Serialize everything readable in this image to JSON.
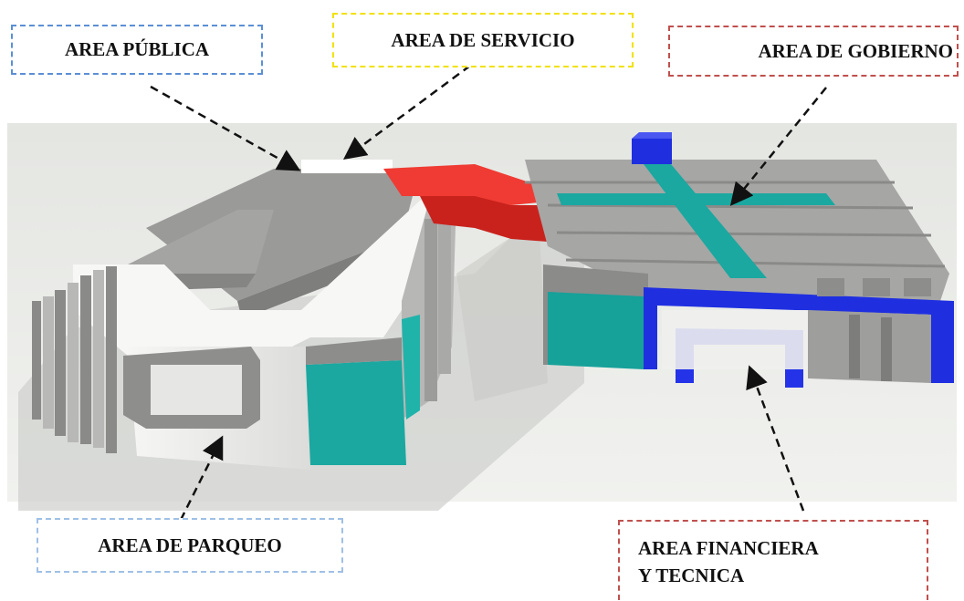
{
  "labels": {
    "publica": "AREA PÚBLICA",
    "servicio": "AREA DE SERVICIO",
    "gobierno": "AREA DE GOBIERNO",
    "parqueo": "AREA DE PARQUEO",
    "financiera_line1": "AREA FINANCIERA",
    "financiera_line2": "Y TECNICA"
  },
  "colors": {
    "publica": "#5b8fd6",
    "servicio": "#f2e100",
    "gobierno": "#c0504d",
    "parqueo": "#9fc0e6",
    "financiera": "#c0504d",
    "red_bridge": "#e0302a",
    "teal": "#1aa8a0",
    "blue": "#1f2fe0"
  }
}
